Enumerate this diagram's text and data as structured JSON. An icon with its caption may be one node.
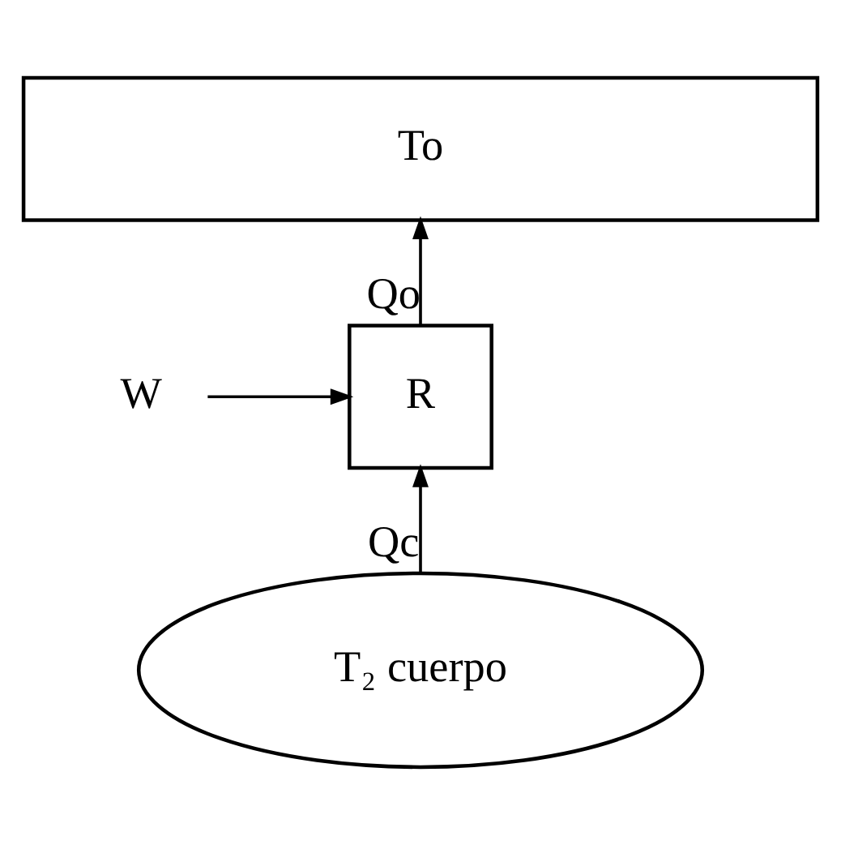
{
  "diagram": {
    "nodes": [
      {
        "text": [
          "To"
        ]
      },
      {
        "text": [
          "R"
        ]
      },
      {
        "text": [
          "W"
        ]
      },
      {
        "text": [
          "T₂ cuerpo"
        ]
      }
    ],
    "edges": [
      {
        "from": 1,
        "to": 0,
        "arrow": "to",
        "label": "Qo"
      },
      {
        "from": 2,
        "to": 1,
        "arrow": "to"
      },
      {
        "from": 3,
        "to": 1,
        "arrow": "to",
        "label": "Qc"
      }
    ]
  }
}
